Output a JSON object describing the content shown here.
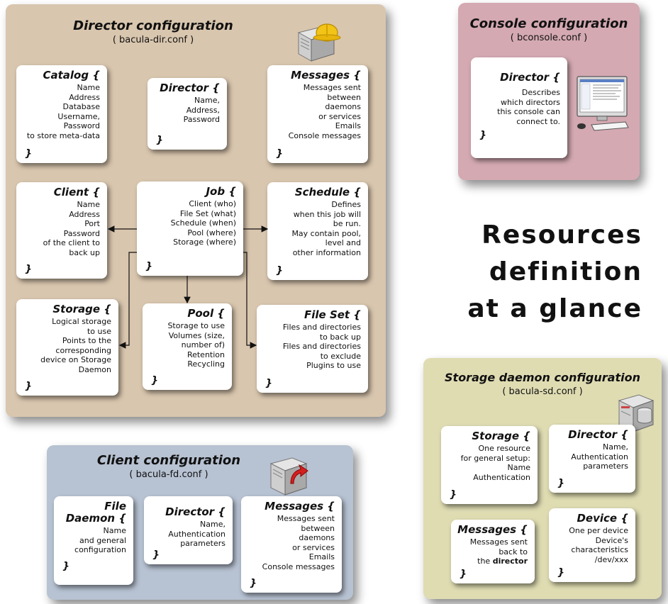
{
  "title_lines": [
    "Resources",
    "definition",
    "at a glance"
  ],
  "director_panel": {
    "title": "Director configuration",
    "subtitle": "( bacula-dir.conf )",
    "icon": "server-hardhat-icon",
    "color": "#d9c6ae",
    "cards": {
      "catalog": {
        "title": "Catalog {",
        "lines": [
          "Name",
          "Address",
          "Database",
          "Username,",
          "Password",
          "to store meta-data"
        ],
        "close": "}"
      },
      "director": {
        "title": "Director {",
        "lines": [
          "Name,",
          "Address,",
          "Password"
        ],
        "close": "}"
      },
      "messages": {
        "title": "Messages {",
        "lines": [
          "Messages sent",
          "between",
          "daemons",
          "or services",
          "Emails",
          "Console messages"
        ],
        "close": "}"
      },
      "client": {
        "title": "Client {",
        "lines": [
          "Name",
          "Address",
          "Port",
          "Password",
          "of the client to",
          "back up"
        ],
        "close": "}"
      },
      "job": {
        "title": "Job {",
        "lines": [
          "Client (who)",
          "File Set (what)",
          "Schedule (when)",
          "Pool (where)",
          "Storage (where)"
        ],
        "close": "}"
      },
      "schedule": {
        "title": "Schedule {",
        "lines": [
          "Defines",
          "when this job will",
          "be run.",
          "May contain pool,",
          "level and",
          "other information"
        ],
        "close": "}"
      },
      "storage": {
        "title": "Storage {",
        "lines": [
          "Logical storage",
          "to use",
          "Points to the",
          "corresponding",
          "device on Storage",
          "Daemon"
        ],
        "close": "}"
      },
      "pool": {
        "title": "Pool {",
        "lines": [
          "Storage to use",
          "Volumes (size,",
          "number of)",
          "Retention",
          "Recycling"
        ],
        "close": "}"
      },
      "fileset": {
        "title": "File Set {",
        "lines": [
          "Files and directories",
          "to back up",
          "Files and directories",
          "to exclude",
          "Plugins to use"
        ],
        "close": "}"
      }
    }
  },
  "console_panel": {
    "title": "Console configuration",
    "subtitle": "( bconsole.conf )",
    "icon": "computer-workstation-icon",
    "color": "#d4a9b2",
    "cards": {
      "director": {
        "title": "Director {",
        "lines": [
          "Describes",
          "which directors",
          "this console can",
          "connect to."
        ],
        "close": "}"
      }
    }
  },
  "client_panel": {
    "title": "Client configuration",
    "subtitle": "( bacula-fd.conf )",
    "icon": "server-arrow-icon",
    "color": "#b7c2d2",
    "cards": {
      "filedaemon": {
        "title": "File\nDaemon {",
        "lines": [
          "Name",
          "and general",
          "configuration"
        ],
        "close": "}"
      },
      "director": {
        "title": "Director {",
        "lines": [
          "Name,",
          "Authentication",
          "parameters"
        ],
        "close": "}"
      },
      "messages": {
        "title": "Messages {",
        "lines": [
          "Messages sent",
          "between",
          "daemons",
          "or services",
          "Emails",
          "Console messages"
        ],
        "close": "}"
      }
    }
  },
  "storage_panel": {
    "title": "Storage daemon configuration",
    "subtitle": "( bacula-sd.conf )",
    "icon": "server-disk-icon",
    "color": "#dfdcb2",
    "cards": {
      "storage": {
        "title": "Storage {",
        "lines": [
          "One resource",
          "for general setup:",
          "Name",
          "Authentication"
        ],
        "close": "}"
      },
      "director": {
        "title": "Director {",
        "lines": [
          "Name,",
          "Authentication",
          "parameters"
        ],
        "close": "}"
      },
      "messages": {
        "title": "Messages {",
        "lines": [
          "Messages sent",
          "back to"
        ],
        "last_prefix": "the ",
        "last_bold": "director",
        "close": "}"
      },
      "device": {
        "title": "Device {",
        "lines": [
          "One per device",
          "Device's",
          "characteristics",
          "/dev/xxx"
        ],
        "close": "}"
      }
    }
  }
}
